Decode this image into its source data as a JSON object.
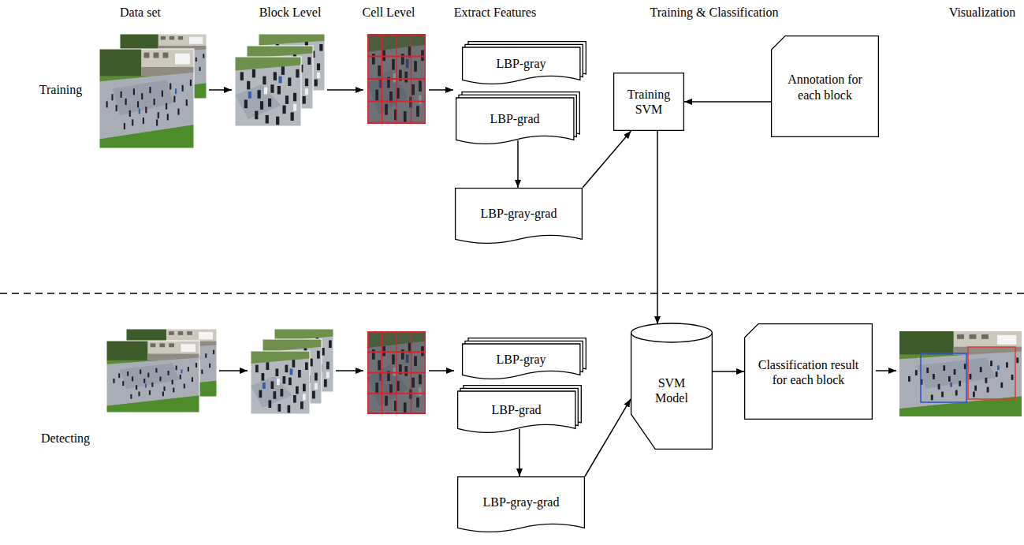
{
  "diagram": {
    "nodes": [
      {
        "text": [
          "LBP-gray"
        ]
      },
      {
        "text": [
          "Training SVM"
        ]
      },
      {
        "text": [
          "Annotation for each block"
        ]
      },
      {
        "text": [
          "LBP-grad"
        ]
      },
      {
        "text": [
          "LBP-gray-grad"
        ]
      },
      {
        "text": [
          "LBP-gray"
        ]
      },
      {
        "text": [
          "SVM Model"
        ]
      },
      {
        "text": [
          "Classification result for each block"
        ]
      },
      {
        "text": [
          "LBP-grad"
        ]
      },
      {
        "text": [
          "LBP-gray-grad"
        ]
      }
    ],
    "edges": [
      {
        "from": 3,
        "to": 4,
        "arrow": "to"
      },
      {
        "from": 4,
        "to": 1,
        "arrow": "to"
      },
      {
        "from": 2,
        "to": 1,
        "arrow": "to"
      },
      {
        "from": 1,
        "to": 6,
        "arrow": "to"
      },
      {
        "from": 8,
        "to": 9,
        "arrow": "to"
      },
      {
        "from": 9,
        "to": 6,
        "arrow": "to"
      },
      {
        "from": 6,
        "to": 7,
        "arrow": "to"
      }
    ],
    "labels": [
      "Data set",
      "Block Level",
      "Cell Level",
      "Extract Features",
      "Training & Classification",
      "Visualization",
      "Training",
      "Detecting"
    ]
  }
}
